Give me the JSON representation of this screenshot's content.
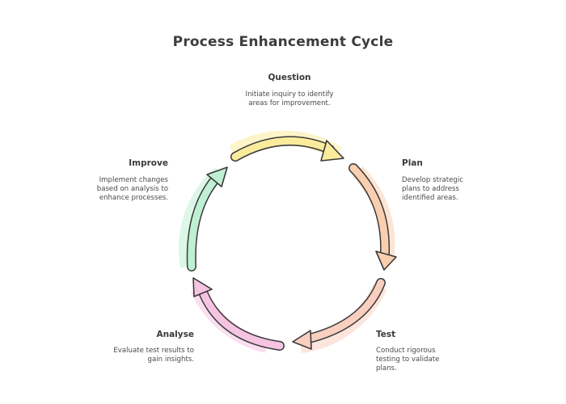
{
  "title": "Process Enhancement Cycle",
  "stages": [
    {
      "name": "Question",
      "description": "Initiate inquiry to identify areas for improvement.",
      "color": "#fbec9d"
    },
    {
      "name": "Plan",
      "description": "Develop strategic plans to address identified areas.",
      "color": "#f9cfb0"
    },
    {
      "name": "Test",
      "description": "Conduct rigorous testing to validate plans.",
      "color": "#f9cfc0"
    },
    {
      "name": "Analyse",
      "description": "Evaluate test results to gain insights.",
      "color": "#f6c4e3"
    },
    {
      "name": "Improve",
      "description": "Implement changes based on analysis to enhance processes.",
      "color": "#bff0d4"
    }
  ]
}
